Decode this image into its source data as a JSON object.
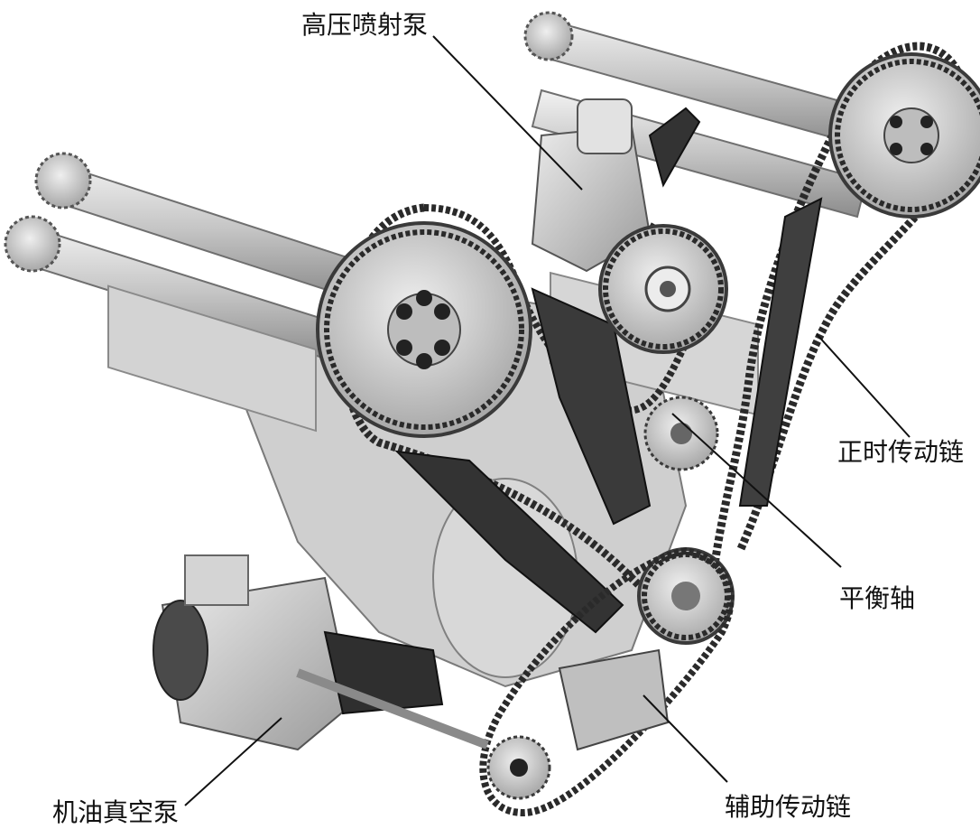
{
  "diagram": {
    "labels": {
      "high_pressure_pump": "高压喷射泵",
      "timing_chain": "正时传动链",
      "balance_shaft": "平衡轴",
      "auxiliary_chain": "辅助传动链",
      "oil_vacuum_pump": "机油真空泵"
    },
    "colors": {
      "line": "#111111",
      "chain": "#2a2a2a",
      "metal_light": "#d9d9d9",
      "metal_mid": "#a9a9a9",
      "metal_dark": "#4a4a4a",
      "background": "#ffffff"
    }
  }
}
